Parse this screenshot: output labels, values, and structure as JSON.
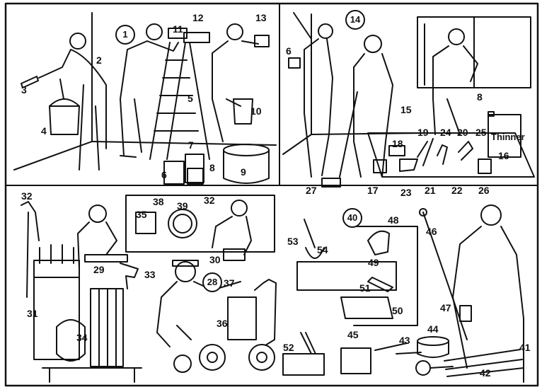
{
  "sections": {
    "s1": "1",
    "s14": "14",
    "s28": "28",
    "s40": "40"
  },
  "labels": {
    "n2": "2",
    "n3": "3",
    "n4": "4",
    "n5": "5",
    "n6a": "6",
    "n6b": "6",
    "n7": "7",
    "n8a": "8",
    "n8b": "8",
    "n9": "9",
    "n10": "10",
    "n11": "11",
    "n12": "12",
    "n13": "13",
    "n15": "15",
    "n16": "16",
    "n17": "17",
    "n18": "18",
    "n19": "19",
    "n20": "20",
    "n21": "21",
    "n22": "22",
    "n23": "23",
    "n24": "24",
    "n25": "25",
    "n26": "26",
    "n27": "27",
    "n29": "29",
    "n30": "30",
    "n31": "31",
    "n32a": "32",
    "n32b": "32",
    "n33": "33",
    "n34": "34",
    "n35": "35",
    "n36": "36",
    "n37": "37",
    "n38": "38",
    "n39": "39",
    "n41": "41",
    "n42": "42",
    "n43": "43",
    "n44": "44",
    "n45": "45",
    "n46": "46",
    "n47": "47",
    "n48": "48",
    "n49": "49",
    "n50": "50",
    "n51": "51",
    "n52": "52",
    "n53": "53",
    "n54": "54"
  },
  "can_label": "Thinner"
}
